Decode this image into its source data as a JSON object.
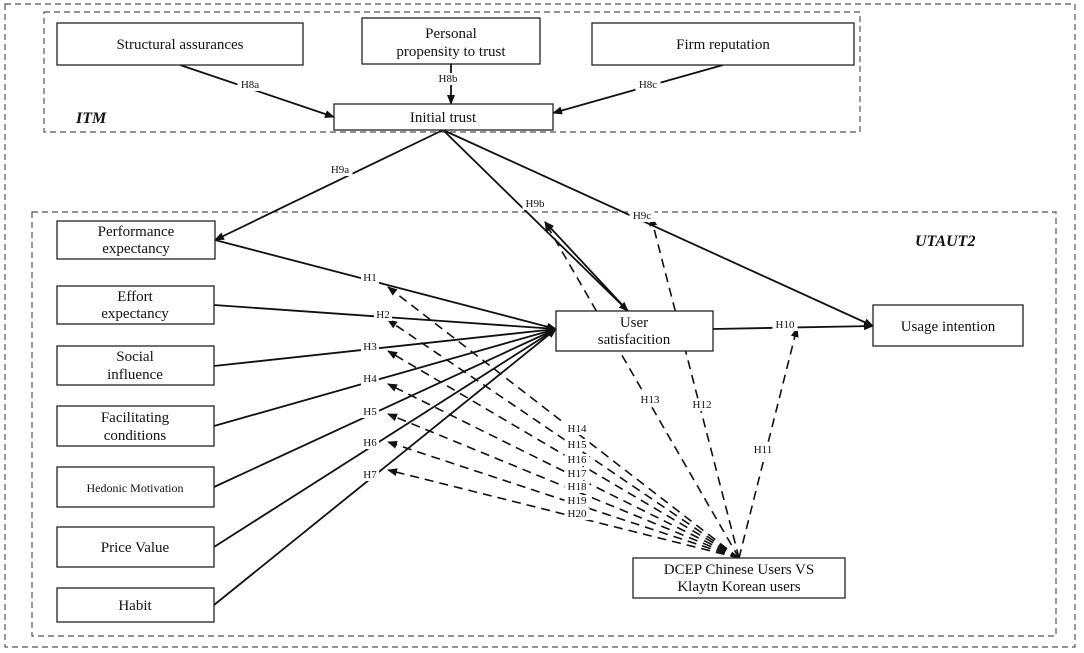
{
  "groups": {
    "itm": "ITM",
    "utaut2": "UTAUT2"
  },
  "nodes": {
    "structural_assurances": [
      "Structural assurances"
    ],
    "personal_propensity": [
      "Personal",
      "propensity to trust"
    ],
    "firm_reputation": [
      "Firm reputation"
    ],
    "initial_trust": [
      "Initial trust"
    ],
    "performance_expectancy": [
      "Performance",
      "expectancy"
    ],
    "effort_expectancy": [
      "Effort",
      "expectancy"
    ],
    "social_influence": [
      "Social",
      "influence"
    ],
    "facilitating_conditions": [
      "Facilitating",
      "conditions"
    ],
    "hedonic_motivation": [
      "Hedonic Motivation"
    ],
    "price_value": [
      "Price Value"
    ],
    "habit": [
      "Habit"
    ],
    "user_satisfaction": [
      "User",
      "satisfacition"
    ],
    "usage_intention": [
      "Usage intention"
    ],
    "dcep_vs_klaytn": [
      "DCEP Chinese Users VS",
      "Klaytn Korean users"
    ]
  },
  "edges": [
    {
      "from": "structural_assurances",
      "to": "initial_trust",
      "label": "H8a",
      "style": "solid"
    },
    {
      "from": "personal_propensity",
      "to": "initial_trust",
      "label": "H8b",
      "style": "solid"
    },
    {
      "from": "firm_reputation",
      "to": "initial_trust",
      "label": "H8c",
      "style": "solid"
    },
    {
      "from": "initial_trust",
      "to": "performance_expectancy",
      "label": "H9a",
      "style": "solid"
    },
    {
      "from": "initial_trust",
      "to": "user_satisfaction",
      "label": "H9b",
      "style": "solid"
    },
    {
      "from": "initial_trust",
      "to": "usage_intention",
      "label": "H9c",
      "style": "solid"
    },
    {
      "from": "performance_expectancy",
      "to": "user_satisfaction",
      "label": "H1",
      "style": "solid"
    },
    {
      "from": "effort_expectancy",
      "to": "user_satisfaction",
      "label": "H2",
      "style": "solid"
    },
    {
      "from": "social_influence",
      "to": "user_satisfaction",
      "label": "H3",
      "style": "solid"
    },
    {
      "from": "facilitating_conditions",
      "to": "user_satisfaction",
      "label": "H4",
      "style": "solid"
    },
    {
      "from": "hedonic_motivation",
      "to": "user_satisfaction",
      "label": "H5",
      "style": "solid"
    },
    {
      "from": "price_value",
      "to": "user_satisfaction",
      "label": "H6",
      "style": "solid"
    },
    {
      "from": "habit",
      "to": "user_satisfaction",
      "label": "H7",
      "style": "solid"
    },
    {
      "from": "user_satisfaction",
      "to": "usage_intention",
      "label": "H10",
      "style": "solid"
    },
    {
      "from": "dcep_vs_klaytn",
      "to": "H10",
      "label": "H11",
      "style": "dashed"
    },
    {
      "from": "dcep_vs_klaytn",
      "to": "H9c",
      "label": "H12",
      "style": "dashed"
    },
    {
      "from": "dcep_vs_klaytn",
      "to": "H9b",
      "label": "H13",
      "style": "dashed"
    },
    {
      "from": "dcep_vs_klaytn",
      "to": "H1",
      "label": "H14",
      "style": "dashed"
    },
    {
      "from": "dcep_vs_klaytn",
      "to": "H2",
      "label": "H15",
      "style": "dashed"
    },
    {
      "from": "dcep_vs_klaytn",
      "to": "H3",
      "label": "H16",
      "style": "dashed"
    },
    {
      "from": "dcep_vs_klaytn",
      "to": "H4",
      "label": "H17",
      "style": "dashed"
    },
    {
      "from": "dcep_vs_klaytn",
      "to": "H5",
      "label": "H18",
      "style": "dashed"
    },
    {
      "from": "dcep_vs_klaytn",
      "to": "H6",
      "label": "H19",
      "style": "dashed"
    },
    {
      "from": "dcep_vs_klaytn",
      "to": "H7",
      "label": "H20",
      "style": "dashed"
    }
  ]
}
